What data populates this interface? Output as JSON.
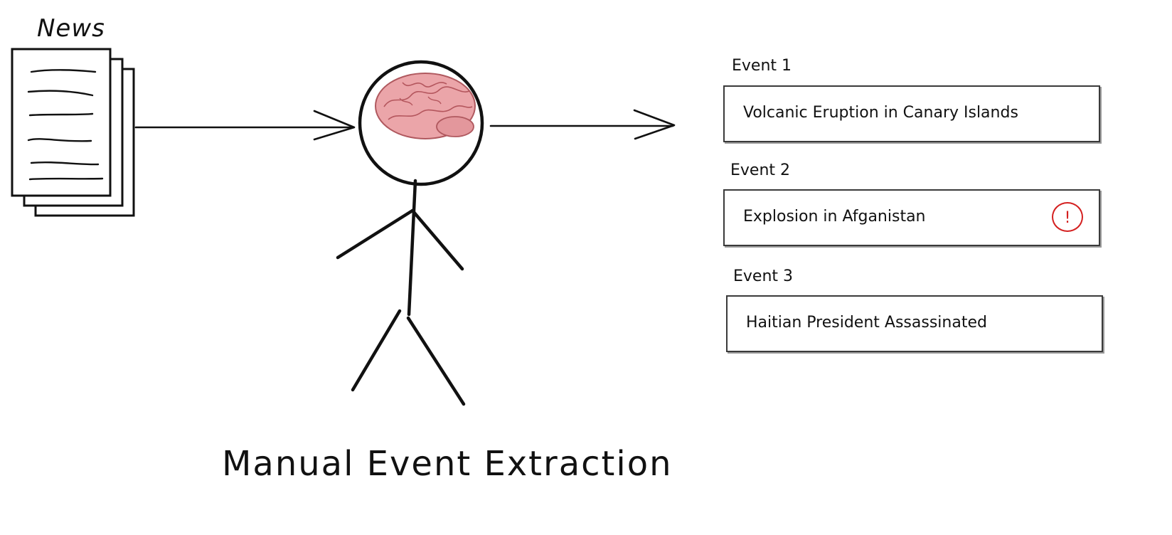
{
  "news_label": "News",
  "events": [
    {
      "label": "Event 1",
      "text": "Volcanic Eruption in Canary Islands"
    },
    {
      "label": "Event 2",
      "text": "Explosion in Afganistan",
      "alert": "!"
    },
    {
      "label": "Event 3",
      "text": "Haitian President Assassinated"
    }
  ],
  "title": "Manual Event Extraction",
  "colors": {
    "ink": "#111111",
    "alert": "#d42020",
    "brain": "#e8a0a4"
  },
  "icons": [
    "news-stack-icon",
    "stick-figure-icon",
    "brain-icon",
    "arrow-right-icon",
    "alert-icon"
  ]
}
